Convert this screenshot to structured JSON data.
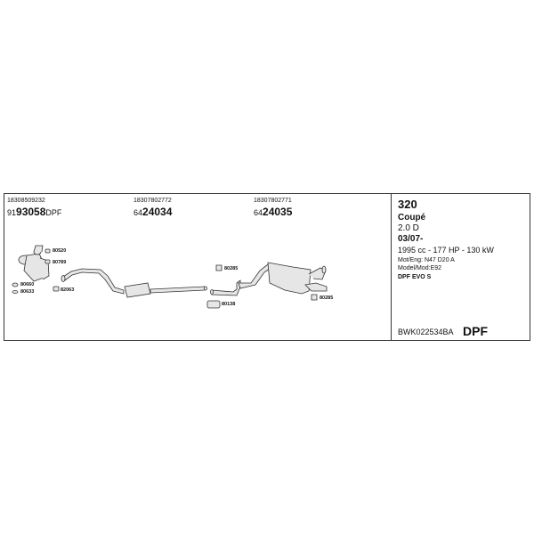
{
  "parts": {
    "cat": {
      "oem": "18308509232",
      "prefix": "91",
      "num": "93058",
      "suffix": "DPF"
    },
    "mid": {
      "oem": "18307802772",
      "prefix": "64",
      "num": "24034"
    },
    "rear": {
      "oem": "18307802771",
      "prefix": "64",
      "num": "24035"
    }
  },
  "small_parts": {
    "p1": "80520",
    "p2": "80789",
    "p3": "80660",
    "p4": "80633",
    "p5": "82063",
    "p6": "80285",
    "p7": "80138",
    "p8": "80285"
  },
  "vehicle": {
    "model": "320",
    "body": "Coupé",
    "engine": "2.0 D",
    "date": "03/07-",
    "specs": "1995 cc - 177 HP - 130 kW",
    "mot": "Mot/Eng: N47 D20 A",
    "modelmod": "Model/Mod:E92",
    "dpf_type": "DPF EVO S"
  },
  "footer": {
    "code": "BWK022534BA",
    "tag": "DPF"
  }
}
